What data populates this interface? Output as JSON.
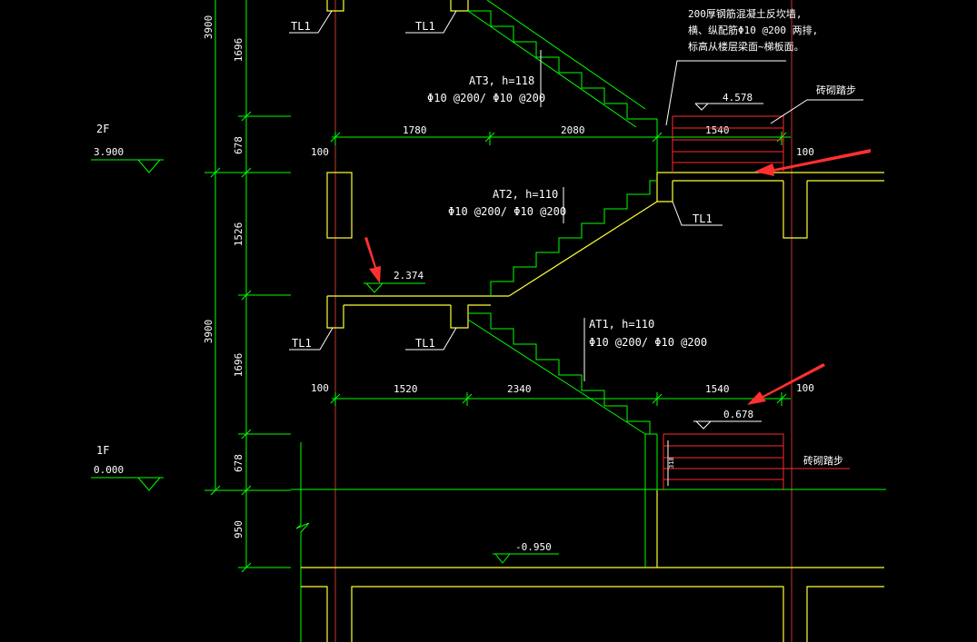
{
  "levels": {
    "floor2": {
      "name": "2F",
      "elev": "3.900"
    },
    "floor1": {
      "name": "1F",
      "elev": "0.000"
    },
    "top_landing": "4.578",
    "mid_landing": "2.374",
    "low_landing": "0.678",
    "pit": "-0.950"
  },
  "vertical_dims": {
    "upper_storey": "3900",
    "flight_upper": "1696",
    "landing_upper": "678",
    "mid_flight": "1526",
    "lower_storey": "3900",
    "flight_lower": "1696",
    "landing_lower": "678",
    "pit_depth": "950"
  },
  "horizontal_dims": {
    "upper": [
      "100",
      "1780",
      "2080",
      "1540",
      "100"
    ],
    "lower": [
      "100",
      "1520",
      "2340",
      "1540",
      "100"
    ]
  },
  "flights": {
    "at3": {
      "name": "AT3, h=118",
      "rebar": "Φ10 @200/ Φ10 @200"
    },
    "at2": {
      "name": "AT2, h=110",
      "rebar": "Φ10 @200/ Φ10 @200"
    },
    "at1": {
      "name": "AT1, h=110",
      "rebar": "Φ10 @200/ Φ10 @200"
    }
  },
  "beam_label": "TL1",
  "notes": {
    "wall_line1": "200厚钢筋混凝土反坎墙,",
    "wall_line2": "横、纵配筋Φ10 @200 两排,",
    "wall_line3": "标高从楼层梁面~梯板面。",
    "brick_steps": "砖砌踏步",
    "small_dim": "318"
  },
  "colors": {
    "background": "#000000",
    "grid": "#00ff00",
    "structure": "#ffff33",
    "annotation": "#ffffff",
    "axis": "#ff2a2a",
    "arrow": "#ff3030"
  }
}
